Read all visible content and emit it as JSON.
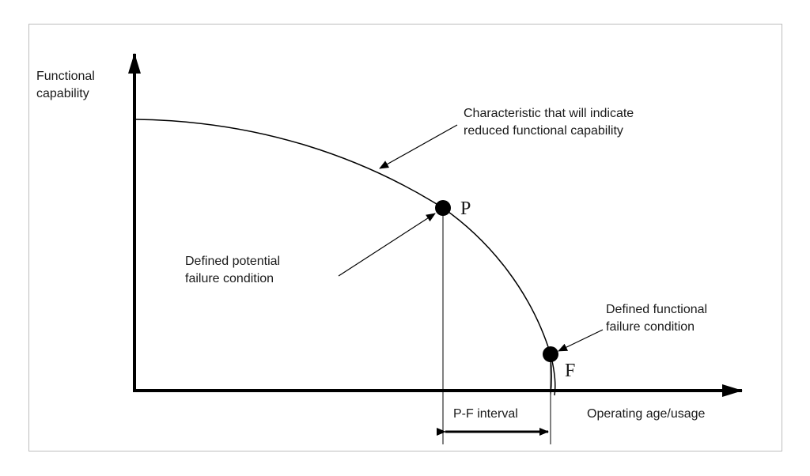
{
  "axes": {
    "y_label_line1": "Functional",
    "y_label_line2": "capability",
    "x_label": "Operating age/usage"
  },
  "annotations": {
    "characteristic_line1": "Characteristic that will indicate",
    "characteristic_line2": "reduced functional capability",
    "potential_line1": "Defined potential",
    "potential_line2": "failure condition",
    "functional_line1": "Defined functional",
    "functional_line2": "failure condition",
    "interval": "P-F interval"
  },
  "points": {
    "p_label": "P",
    "f_label": "F"
  }
}
